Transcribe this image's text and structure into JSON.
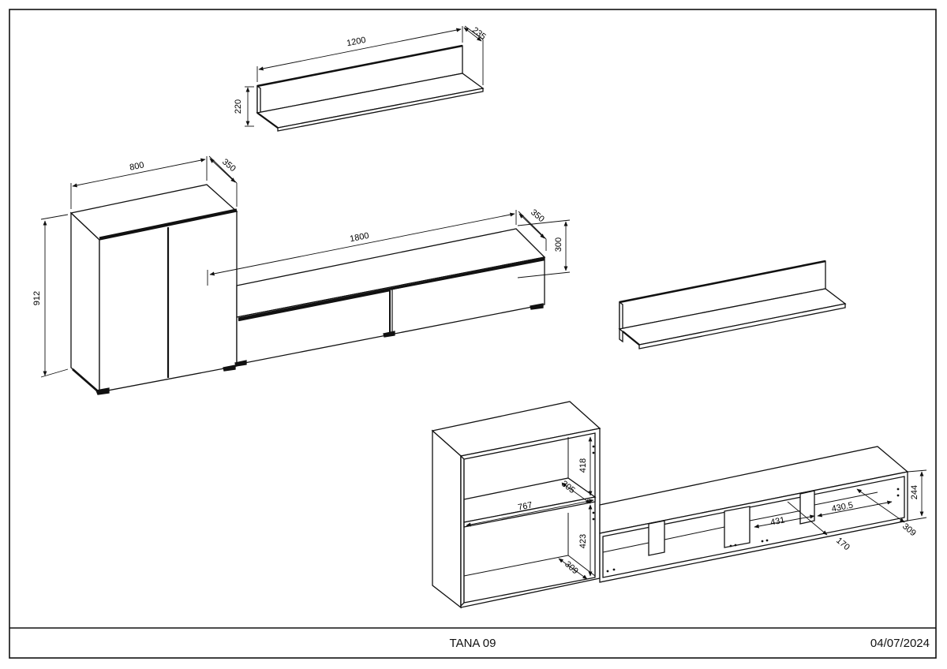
{
  "drawing": {
    "title": "TANA 09",
    "date": "04/07/2024"
  },
  "dimensions": {
    "upper_shelf_width": "1200",
    "upper_shelf_depth": "235",
    "upper_shelf_height": "220",
    "cabinet_width": "800",
    "cabinet_depth": "350",
    "cabinet_height": "912",
    "tv_unit_width": "1800",
    "tv_unit_depth": "350",
    "tv_unit_height": "300",
    "cabinet_inner_upper_height": "418",
    "cabinet_inner_depth_top": "305",
    "cabinet_inner_width": "767",
    "cabinet_inner_lower_height": "423",
    "cabinet_inner_depth_bottom": "309",
    "tv_inner_height": "244",
    "tv_compartment_width_right": "430.5",
    "tv_compartment_width_mid": "431",
    "tv_compartment_divider_depth": "170",
    "tv_inner_depth": "309"
  }
}
